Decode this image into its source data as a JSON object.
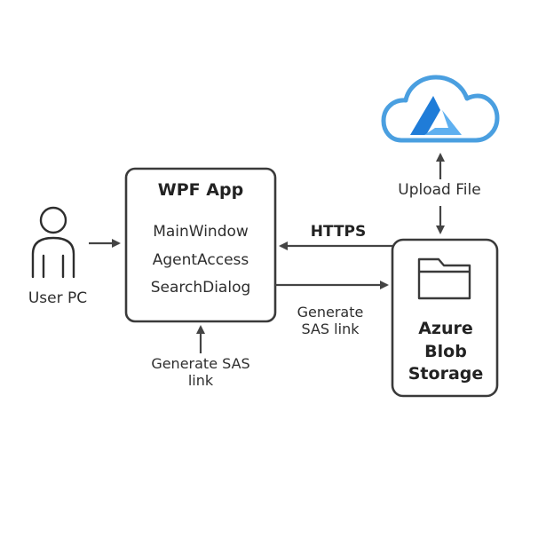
{
  "user": {
    "label": "User PC"
  },
  "wpf_app": {
    "title": "WPF App",
    "lines": [
      "MainWindow",
      "AgentAccess",
      "SearchDialog"
    ]
  },
  "connections": {
    "https": "HTTPS",
    "upload": "Upload File",
    "generate_right": [
      "Generate",
      "SAS link"
    ],
    "generate_bottom": [
      "Generate SAS",
      "link"
    ]
  },
  "storage": {
    "lines": [
      "Azure",
      "Blob",
      "Storage"
    ]
  },
  "icons": {
    "user": "person-icon",
    "folder": "folder-icon",
    "cloud": "azure-cloud-icon"
  },
  "colors": {
    "stroke": "#444444",
    "cloud_outline": "#4a9fe0",
    "azure_blue": "#1f7cd8",
    "azure_light": "#5fb0f0"
  }
}
